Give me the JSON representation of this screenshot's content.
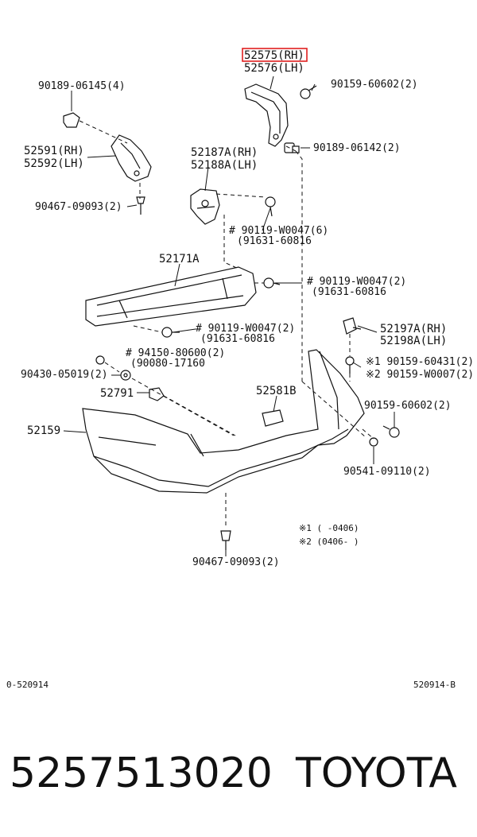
{
  "diagram": {
    "highlight_color": "#e02020",
    "labels": {
      "p52575": "52575(RH)",
      "p52576": "52576(LH)",
      "p90189_06145": "90189-06145(4)",
      "p90159_60602a": "90159-60602(2)",
      "p90189_06142": "90189-06142(2)",
      "p52591": "52591(RH)",
      "p52592": "52592(LH)",
      "p52187A": "52187A(RH)",
      "p52188A": "52188A(LH)",
      "p90467_09093a": "90467-09093(2)",
      "p90119_w0047_6": "# 90119-W0047(6)",
      "p91631_60816a": "(91631-60816",
      "p52171A": "52171A",
      "p90119_w0047_2a": "# 90119-W0047(2)",
      "p91631_60816b": "(91631-60816",
      "p90119_w0047_2b": "# 90119-W0047(2)",
      "p91631_60816c": "(91631-60816",
      "p52197A": "52197A(RH)",
      "p52198A": "52198A(LH)",
      "p94150": "# 94150-80600(2)",
      "p90080": "(90080-17160",
      "p90430": "90430-05019(2)",
      "p90159_60431": "※1 90159-60431(2)",
      "p90159_w0007": "※2 90159-W0007(2)",
      "p52791": "52791",
      "p52581B": "52581B",
      "p90159_60602b": "90159-60602(2)",
      "p52159": "52159",
      "p90541": "90541-09110(2)",
      "note1": "※1 (       -0406)",
      "note2": "※2 (0406-       )",
      "p90467_09093b": "90467-09093(2)",
      "code_left": "0-520914",
      "code_right": "520914-B"
    }
  },
  "footer": {
    "part_number": "5257513020",
    "brand": "TOYOTA"
  }
}
